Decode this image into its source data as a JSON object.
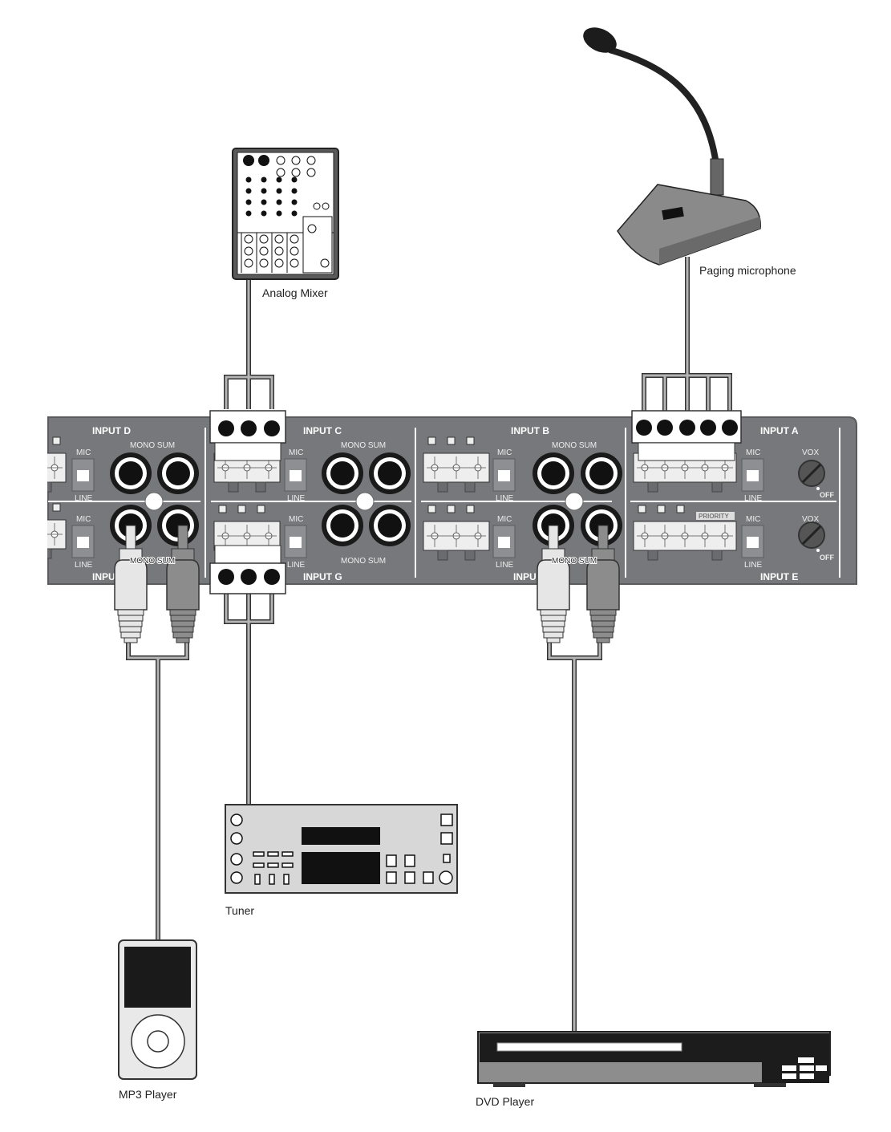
{
  "devices": {
    "mixer": "Analog Mixer",
    "mic": "Paging microphone",
    "tuner": "Tuner",
    "mp3": "MP3 Player",
    "dvd": "DVD Player"
  },
  "panel": {
    "input_d": "INPUT D",
    "input_c": "INPUT C",
    "input_b": "INPUT B",
    "input_a": "INPUT A",
    "input_h_partial": "INPU",
    "input_g": "INPUT G",
    "input_f_partial": "INPU",
    "input_e": "INPUT E",
    "mono_sum": "MONO SUM",
    "mic": "MIC",
    "line": "LINE",
    "vox": "VOX",
    "off": "OFF",
    "priority": "PRIORITY"
  },
  "colors": {
    "panel": "#77787b",
    "panel_border": "#5a5b5e",
    "cable": "#b4b4b4",
    "white_plug": "#e6e6e6",
    "red_plug": "#8c8c8c"
  }
}
